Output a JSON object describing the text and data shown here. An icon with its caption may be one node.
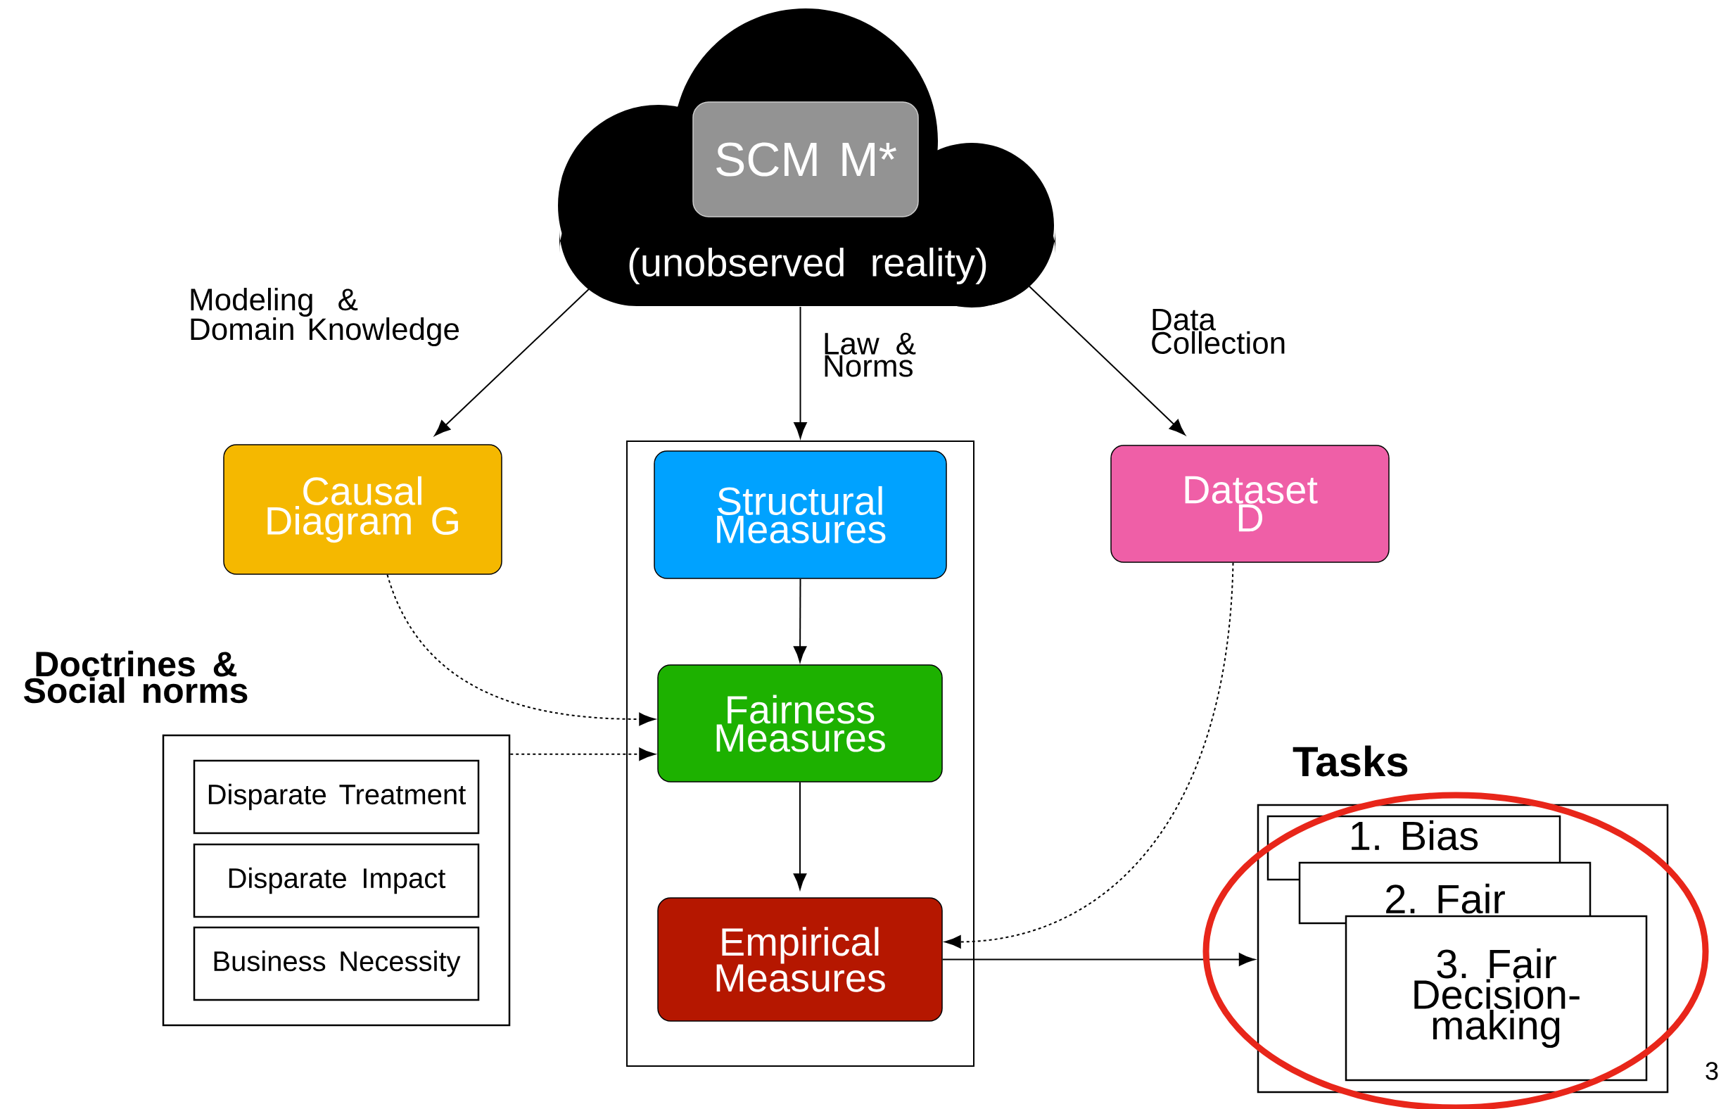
{
  "diagram": {
    "nodes": [
      {
        "text": [
          "(unobserved reality)"
        ]
      },
      {
        "text": [
          "SCM M*"
        ],
        "in": 0
      },
      {
        "text": [
          "Causal Diagram G"
        ]
      },
      {
        "text": [],
        "shape": "box"
      },
      {
        "text": [
          "Structural Measures"
        ],
        "in": 3
      },
      {
        "text": [
          "Dataset D"
        ]
      },
      {
        "text": [
          "Doctrines & Social norms"
        ]
      },
      {
        "text": [
          "Disparate Treatment"
        ],
        "in": 6
      },
      {
        "text": [
          "Disparate Impact"
        ],
        "in": 6
      },
      {
        "text": [
          "Business Necessity"
        ],
        "in": 6
      },
      {
        "text": [
          "Fairness Measures"
        ],
        "in": 3
      },
      {
        "text": [
          "Empirical Measures"
        ],
        "in": 3
      },
      {
        "text": [
          "Tasks"
        ]
      },
      {
        "text": [
          "1. Bias"
        ],
        "in": 12
      },
      {
        "text": [
          "2. Fair"
        ],
        "in": 12
      },
      {
        "text": [
          "3. Fair Decision-making"
        ],
        "in": 12
      }
    ],
    "edges": [
      {
        "from": 0,
        "to": 2,
        "arrow": "to",
        "label": "Modeling & Domain Knowledge"
      },
      {
        "from": 0,
        "to": 3,
        "arrow": "to",
        "label": "Law & Norms"
      },
      {
        "from": 0,
        "to": 5,
        "arrow": "to",
        "label": "Data Collection"
      },
      {
        "from": 2,
        "to": 10,
        "arrow": "to",
        "style": "dashed"
      },
      {
        "from": 6,
        "to": 10,
        "arrow": "to",
        "style": "dashed"
      },
      {
        "from": 4,
        "to": 10,
        "arrow": "to"
      },
      {
        "from": 10,
        "to": 11,
        "arrow": "to"
      },
      {
        "from": 5,
        "to": 11,
        "arrow": "to",
        "style": "dashed"
      },
      {
        "from": 11,
        "to": 12,
        "arrow": "to"
      }
    ],
    "labels": [
      "3"
    ]
  }
}
